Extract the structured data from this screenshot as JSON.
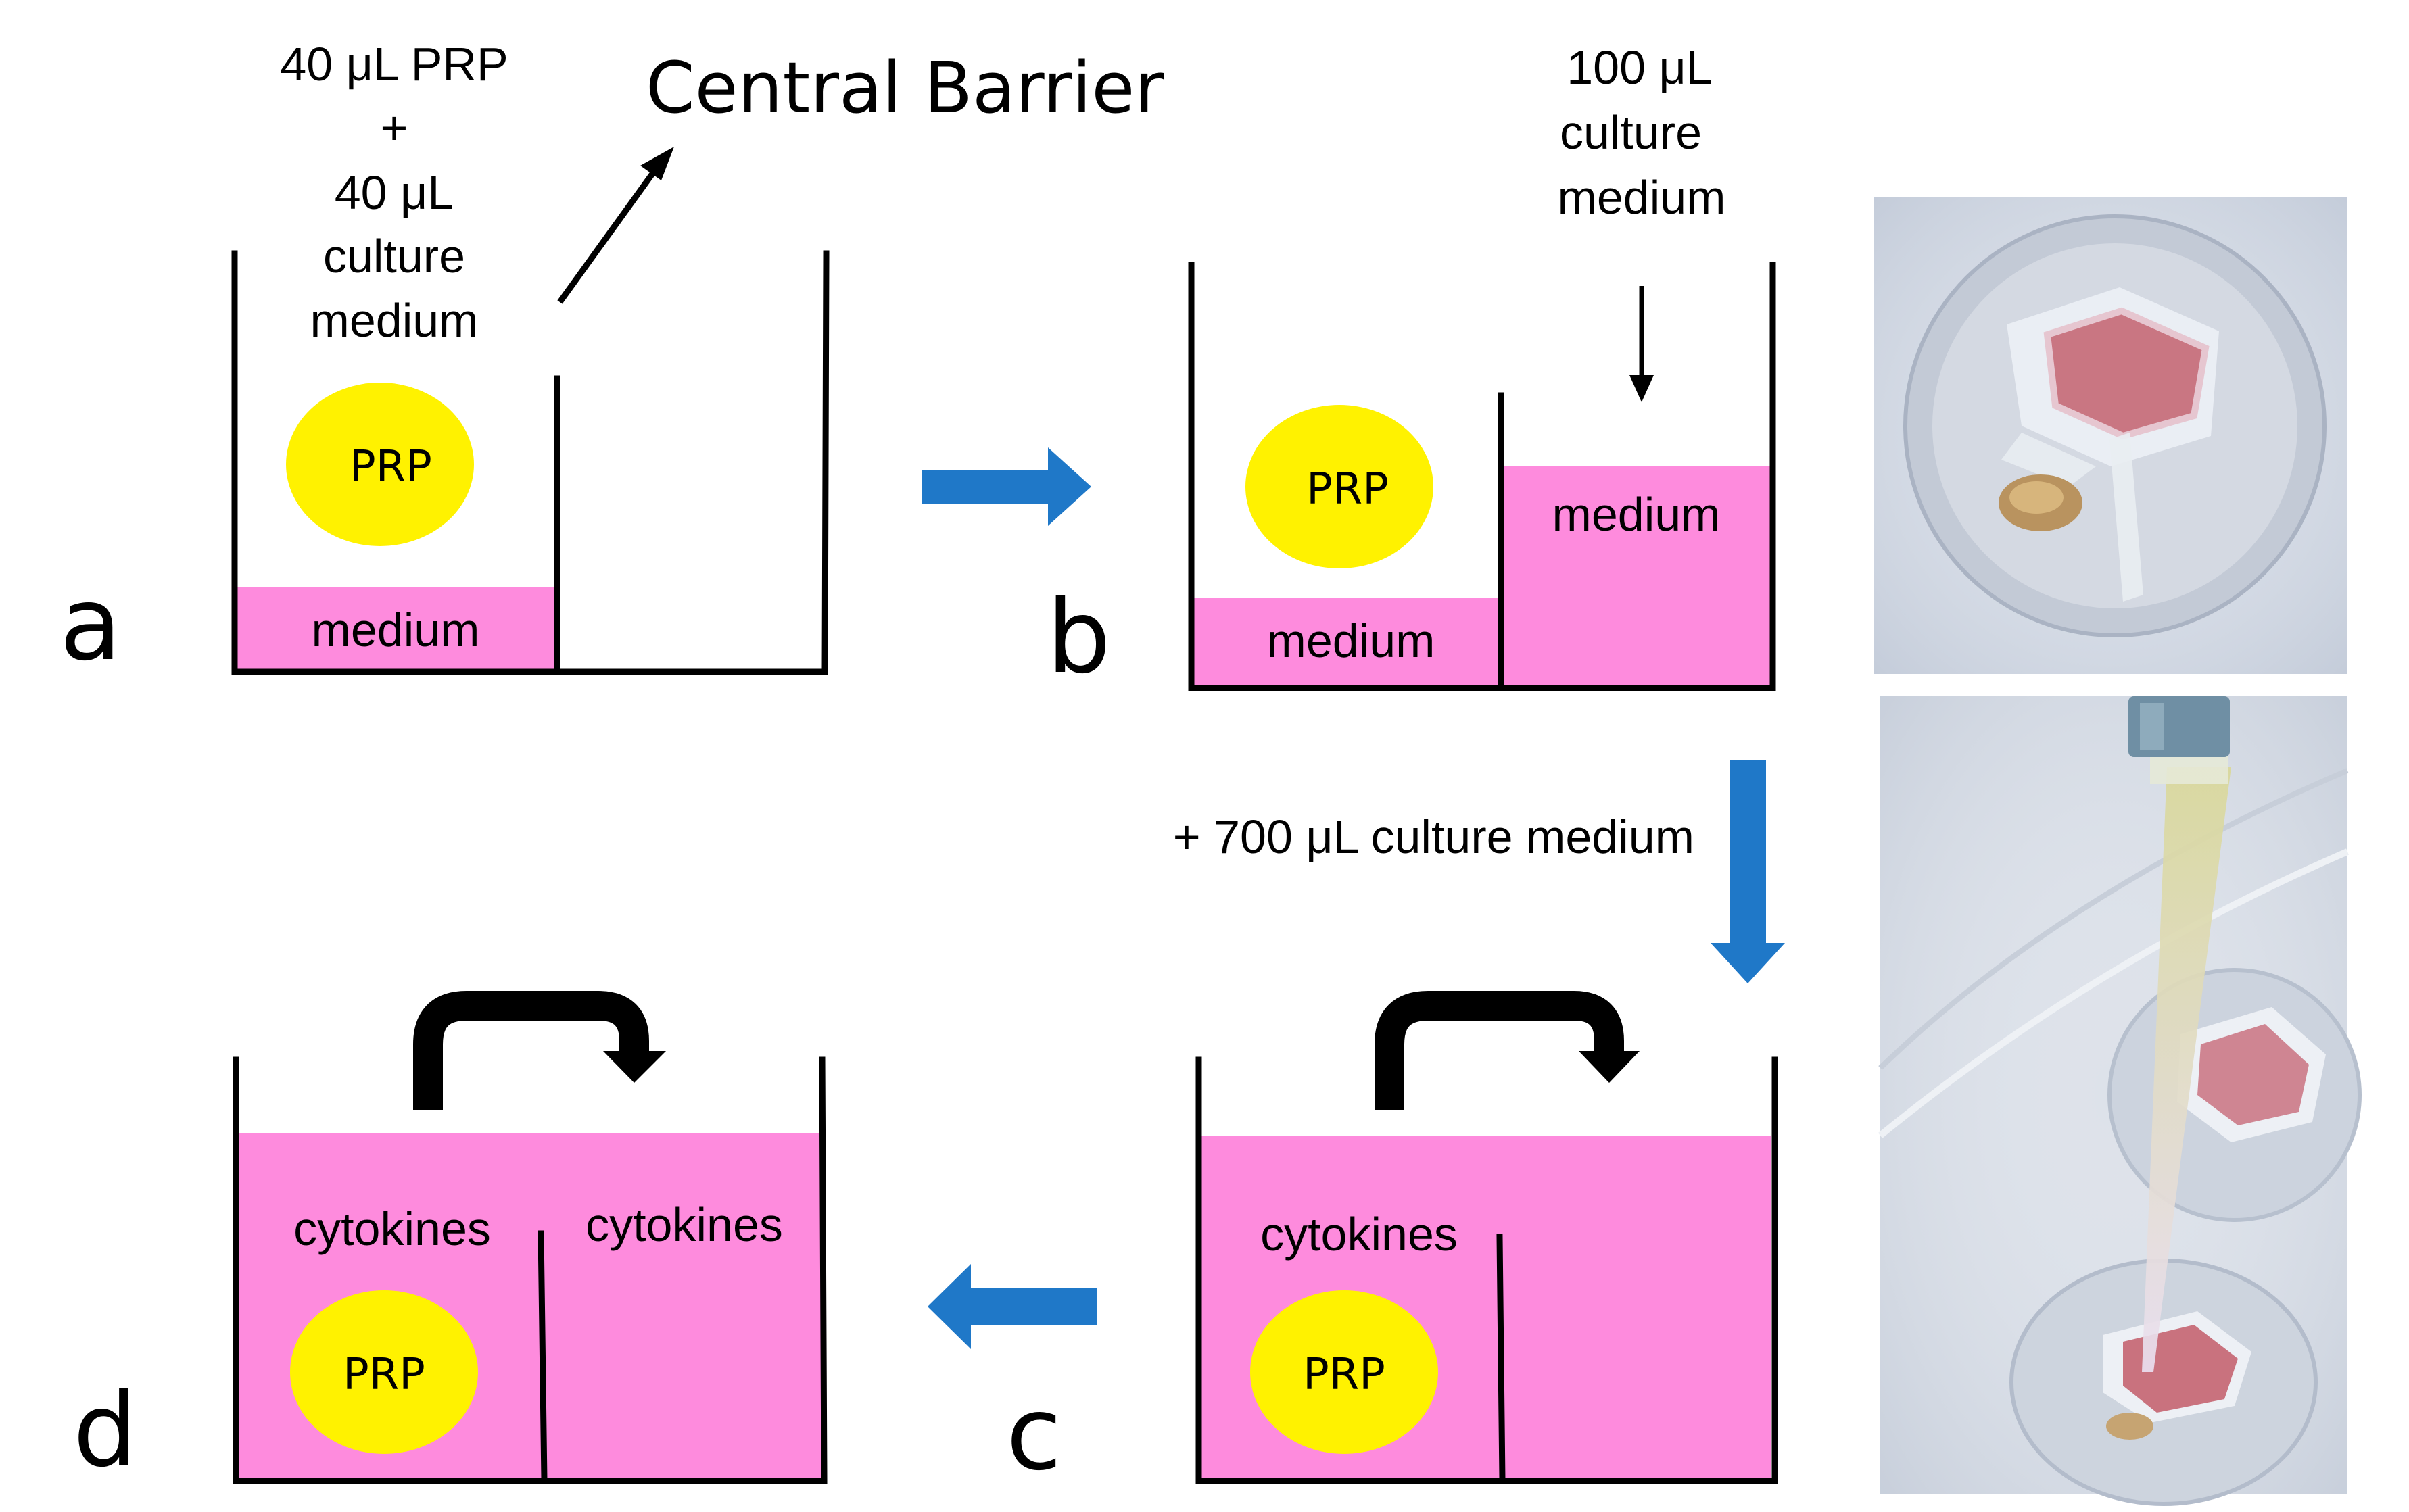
{
  "colors": {
    "medium": "#fe8bdd",
    "prp": "#fff200",
    "flow_arrow": "#1f78c8",
    "line": "#000000"
  },
  "panel_a": {
    "letter": "a",
    "top_text": [
      "40 μL PRP",
      "+",
      "40 μL",
      "culture",
      "medium"
    ],
    "callout": "Central Barrier",
    "prp_label": "PRP",
    "medium_label": "medium"
  },
  "panel_b": {
    "letter": "b",
    "top_text": [
      "100 μL",
      "culture",
      "medium"
    ],
    "prp_label": "PRP",
    "left_medium_label": "medium",
    "right_medium_label": "medium"
  },
  "step_text": "+ 700 μL culture medium",
  "panel_c": {
    "letter": "c",
    "cytokines_label": "cytokines",
    "prp_label": "PRP"
  },
  "panel_d": {
    "letter": "d",
    "left_cytokines_label": "cytokines",
    "right_cytokines_label": "cytokines",
    "prp_label": "PRP"
  },
  "photos": {
    "top": "photo of culture insert with central barrier, pink medium in one compartment and PRP clot in the other",
    "bottom": "photo of pipette adding culture medium to the culture insert"
  }
}
